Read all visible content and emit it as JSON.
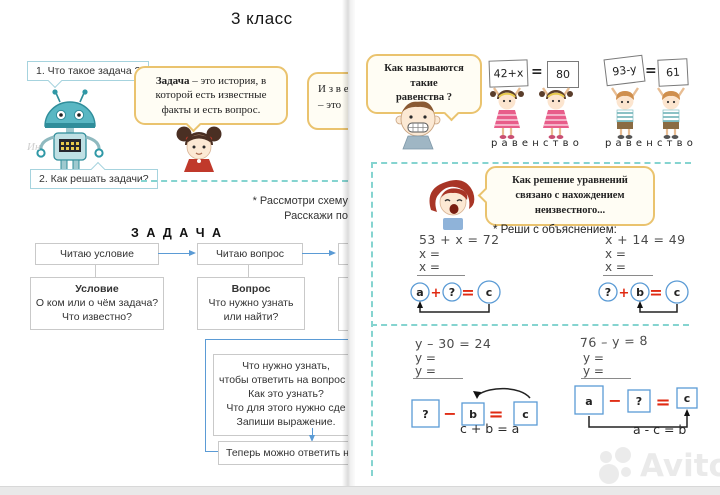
{
  "colors": {
    "accent_red": "#e02a12",
    "accent_blue": "#5b9bd5",
    "dashed_teal": "#85d4d0",
    "bubble_border": "#eac36e",
    "question_box_border": "#a6d3de"
  },
  "left_page": {
    "title": "3 класс",
    "question1": "1. Что такое задача ?",
    "question2": "2. Как решать задачи?",
    "robot_ghost_text": "Ин",
    "task_bubble": {
      "bold": "Задача",
      "text": " – это история, в которой есть известные факты и есть вопрос."
    },
    "cut_bubble": {
      "line1": "И з в е",
      "line2": "– это"
    },
    "note_line1": "* Рассмотри схему",
    "note_line2": "Расскажи по",
    "scheme_title": "З А Д А Ч А",
    "flow": {
      "step1": "Читаю условие",
      "step2": "Читаю вопрос",
      "condition_title": "Условие",
      "condition_line1": "О ком или о чём задача?",
      "condition_line2": "Что известно?",
      "question_title": "Вопрос",
      "question_line1": "Что нужно узнать",
      "question_line2": "или найти?",
      "plan_line1": "Что нужно узнать,",
      "plan_line2": "чтобы ответить на вопрос з",
      "plan_line3": "Как это узнать?",
      "plan_line4": "Что для этого нужно сде",
      "plan_line5": "Запиши выражение.",
      "answer": "Теперь можно ответить на"
    }
  },
  "right_page": {
    "equality_question_line1": "Как называются такие",
    "equality_question_line2": "равенства ?",
    "pair1": {
      "sign_left": "42+x",
      "equals": "=",
      "sign_right": "80",
      "caption": "р а в е н с т в о"
    },
    "pair2": {
      "sign_left": "93-y",
      "equals": "=",
      "sign_right": "61",
      "caption": "р а в е н с т в о"
    },
    "solve_bubble_line1": "Как решение уравнений",
    "solve_bubble_line2": "связано с нахождением",
    "solve_bubble_line3": "неизвестного...",
    "instruction": "* Реши с объяснением:",
    "p1": {
      "equation": "53 + x = 72",
      "work1": "x =",
      "work2": "x ="
    },
    "p2": {
      "equation": "x + 14 = 49",
      "work1": "x =",
      "work2": "x ="
    },
    "p3": {
      "equation": "y – 30 = 24",
      "work1": "y =",
      "work2": "y =",
      "formula": "c + b = a"
    },
    "p4": {
      "equation": "76 – y = 8",
      "work1": "y =",
      "work2": "y =",
      "formula": "a - c = b"
    },
    "d1": {
      "first": "a",
      "op": "+",
      "second": "?",
      "eq": "=",
      "third": "c"
    },
    "d2": {
      "first": "?",
      "op": "+",
      "second": "b",
      "eq": "=",
      "third": "c"
    },
    "d3": {
      "first": "?",
      "op": "−",
      "second": "b",
      "eq": "=",
      "third": "c"
    },
    "d4": {
      "first": "a",
      "op": "−",
      "second": "?",
      "eq": "=",
      "third": "c"
    }
  },
  "watermark": {
    "label": "Avito"
  }
}
